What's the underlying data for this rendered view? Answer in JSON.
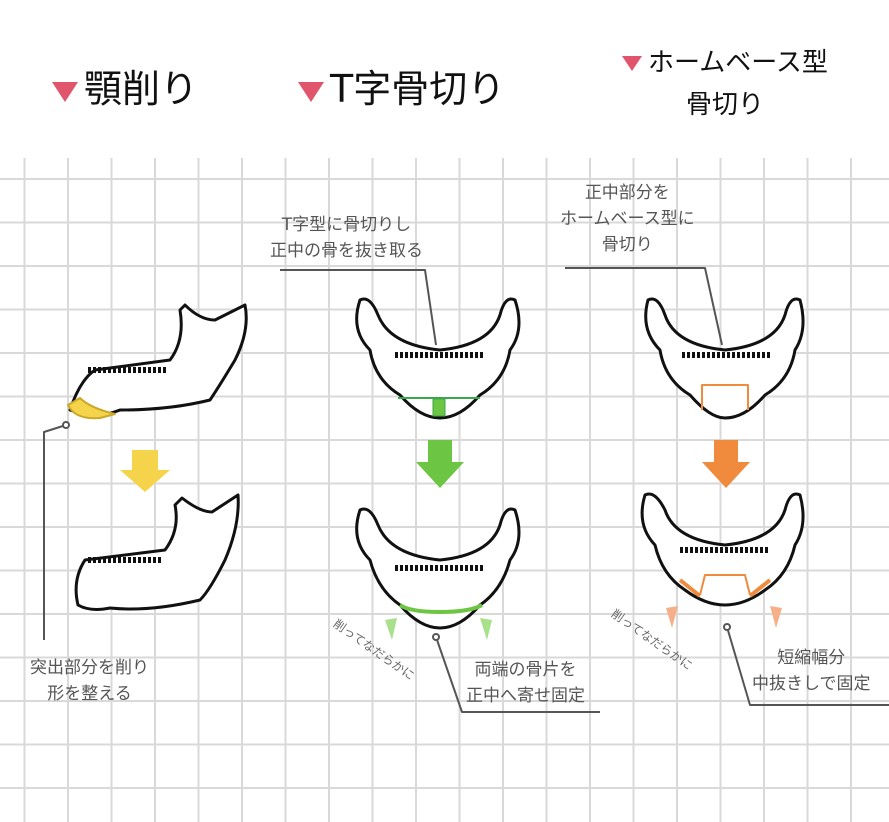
{
  "titles": [
    {
      "label": "顎削り"
    },
    {
      "label": "T字骨切り"
    },
    {
      "label_line1": "ホームベース型",
      "label_line2": "骨切り"
    }
  ],
  "labels": {
    "jaw_shave": {
      "line1": "突出部分を削り",
      "line2": "形を整える"
    },
    "t_top": {
      "line1": "T字型に骨切りし",
      "line2": "正中の骨を抜き取る"
    },
    "t_bottom": {
      "line1": "両端の骨片を",
      "line2": "正中へ寄せ固定"
    },
    "t_side": "削ってなだらかに",
    "hb_top": {
      "line1": "正中部分を",
      "line2": "ホームベース型に",
      "line3": "骨切り"
    },
    "hb_bottom": {
      "line1": "短縮幅分",
      "line2": "中抜きしで固定"
    },
    "hb_side": "削ってなだらかに"
  },
  "colors": {
    "accent": "#e0546c",
    "yellow": "#f5d34a",
    "green": "#6cc644",
    "orange": "#f08a3c"
  }
}
